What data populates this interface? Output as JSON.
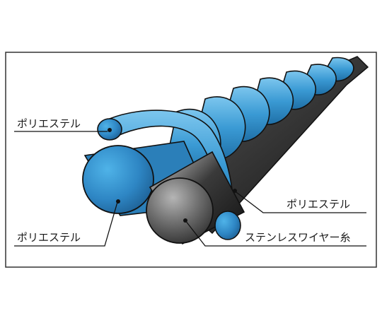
{
  "labels": {
    "polyester_outer_top": "ポリエステル",
    "polyester_outer_right": "ポリエステル",
    "polyester_core": "ポリエステル",
    "stainless_wire": "ステンレスワイヤー糸"
  },
  "colors": {
    "polyester_blue": "#3d9fd6",
    "polyester_blue_dark": "#1f6fa6",
    "wire_gray": "#6b6b6b",
    "wire_dark": "#1f1f1f",
    "outline": "#111111",
    "frame": "#333333",
    "background": "#ffffff"
  }
}
